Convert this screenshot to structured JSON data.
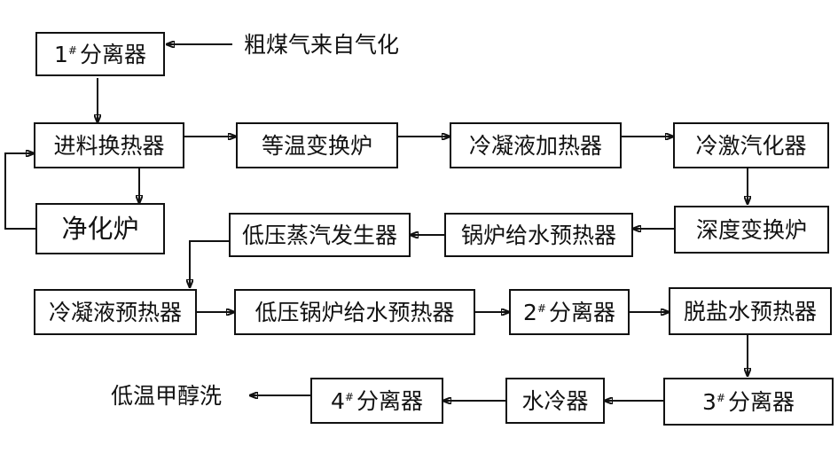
{
  "nodes": {
    "sep1": {
      "num": "1",
      "mark": "#",
      "label": "分离器"
    },
    "feed_heater": {
      "label": "进料换热器"
    },
    "purifier": {
      "label": "净化炉"
    },
    "iso_shift": {
      "label": "等温变换炉"
    },
    "cond_heater": {
      "label": "冷凝液加热器"
    },
    "quench_vap": {
      "label": "冷激汽化器"
    },
    "deep_shift": {
      "label": "深度变换炉"
    },
    "bfw_preheater": {
      "label": "锅炉给水预热器"
    },
    "lp_steam_gen": {
      "label": "低压蒸汽发生器"
    },
    "cond_preheater": {
      "label": "冷凝液预热器"
    },
    "lp_bfw_preheater": {
      "label": "低压锅炉给水预热器"
    },
    "sep2": {
      "num": "2",
      "mark": "#",
      "label": "分离器"
    },
    "demin_preheater": {
      "label": "脱盐水预热器"
    },
    "sep3": {
      "num": "3",
      "mark": "#",
      "label": "分离器"
    },
    "water_cooler": {
      "label": "水冷器"
    },
    "sep4": {
      "num": "4",
      "mark": "#",
      "label": "分离器"
    }
  },
  "external": {
    "source": "粗煤气来自气化",
    "sink": "低温甲醇洗"
  }
}
